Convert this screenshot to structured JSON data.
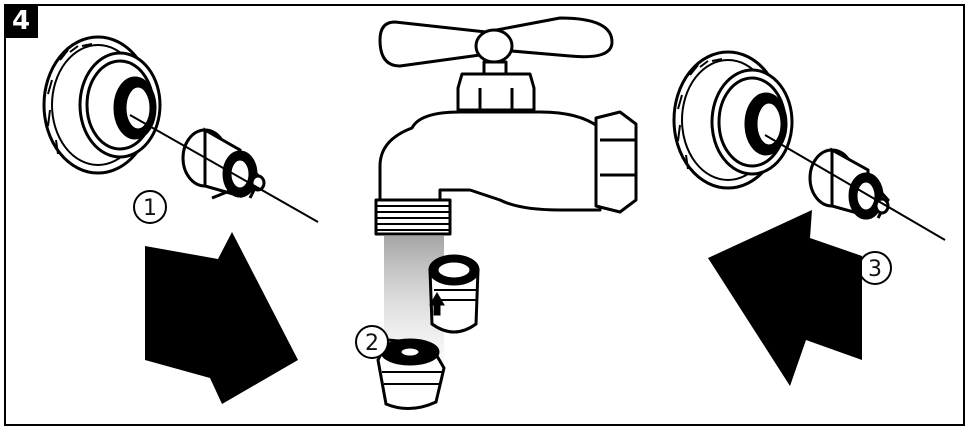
{
  "step_number": "4",
  "callouts": [
    "1",
    "2",
    "3"
  ],
  "colors": {
    "ink": "#000000",
    "paper": "#ffffff",
    "shade": "#cfcfcf"
  },
  "icons": [
    "hose-coupling-icon",
    "faucet-icon",
    "filter-screen-icon",
    "arrow-icon"
  ]
}
